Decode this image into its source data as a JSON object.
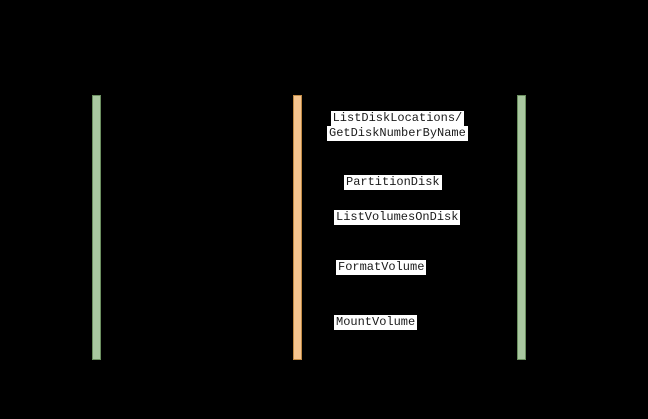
{
  "diagram": {
    "type": "sequence",
    "background_color": "#000000",
    "activation_bars": [
      {
        "position": "left",
        "fill": "#a9c8a0",
        "border": "#6b8f60"
      },
      {
        "position": "middle",
        "fill": "#f5c48e",
        "border": "#c08a45"
      },
      {
        "position": "right",
        "fill": "#a9c8a0",
        "border": "#6b8f60"
      }
    ],
    "label_style": {
      "text_color": "#1a1a1a",
      "background": "#ffffff"
    },
    "messages": [
      {
        "lines": [
          "ListDiskLocations/",
          "GetDiskNumberByName"
        ]
      },
      {
        "lines": [
          "PartitionDisk"
        ]
      },
      {
        "lines": [
          "ListVolumesOnDisk"
        ]
      },
      {
        "lines": [
          "FormatVolume"
        ]
      },
      {
        "lines": [
          "MountVolume"
        ]
      }
    ]
  }
}
